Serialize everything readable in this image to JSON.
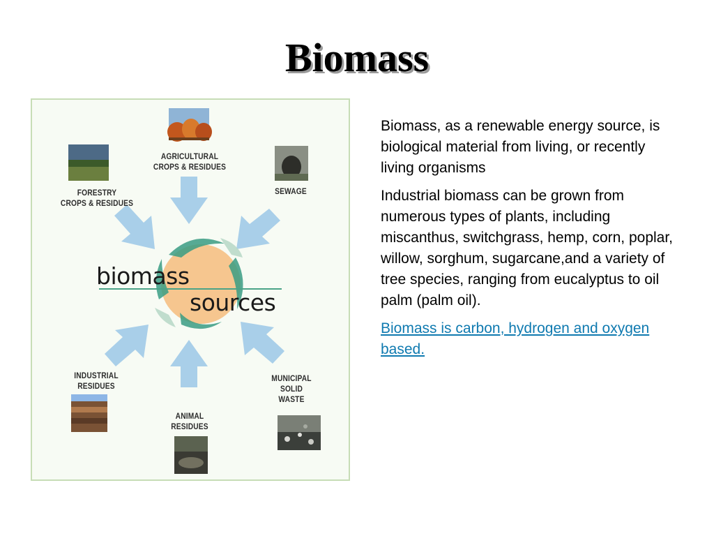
{
  "slide": {
    "title": "Biomass"
  },
  "diagram": {
    "center_line1": "biomass",
    "center_line2": "sources",
    "sources": {
      "agricultural": "AGRICULTURAL\nCROPS & RESIDUES",
      "forestry": "FORESTRY\nCROPS & RESIDUES",
      "sewage": "SEWAGE",
      "industrial": "INDUSTRIAL\nRESIDUES",
      "animal": "ANIMAL\nRESIDUES",
      "municipal": "MUNICIPAL\nSOLID\nWASTE"
    },
    "colors": {
      "arrow": "#a9cfe9",
      "circle": "#f6c68f",
      "leaf": "#3a9d84",
      "underline": "#4aa387"
    }
  },
  "text": {
    "paragraph1": "Biomass, as a renewable energy source, is biological material from living, or recently living organisms",
    "paragraph2": "Industrial biomass can be grown from numerous types of plants, including miscanthus, switchgrass, hemp, corn, poplar, willow, sorghum, sugarcane,and a variety of tree species, ranging from eucalyptus to oil palm (palm oil).",
    "link": "Biomass is carbon, hydrogen and oxygen based."
  }
}
